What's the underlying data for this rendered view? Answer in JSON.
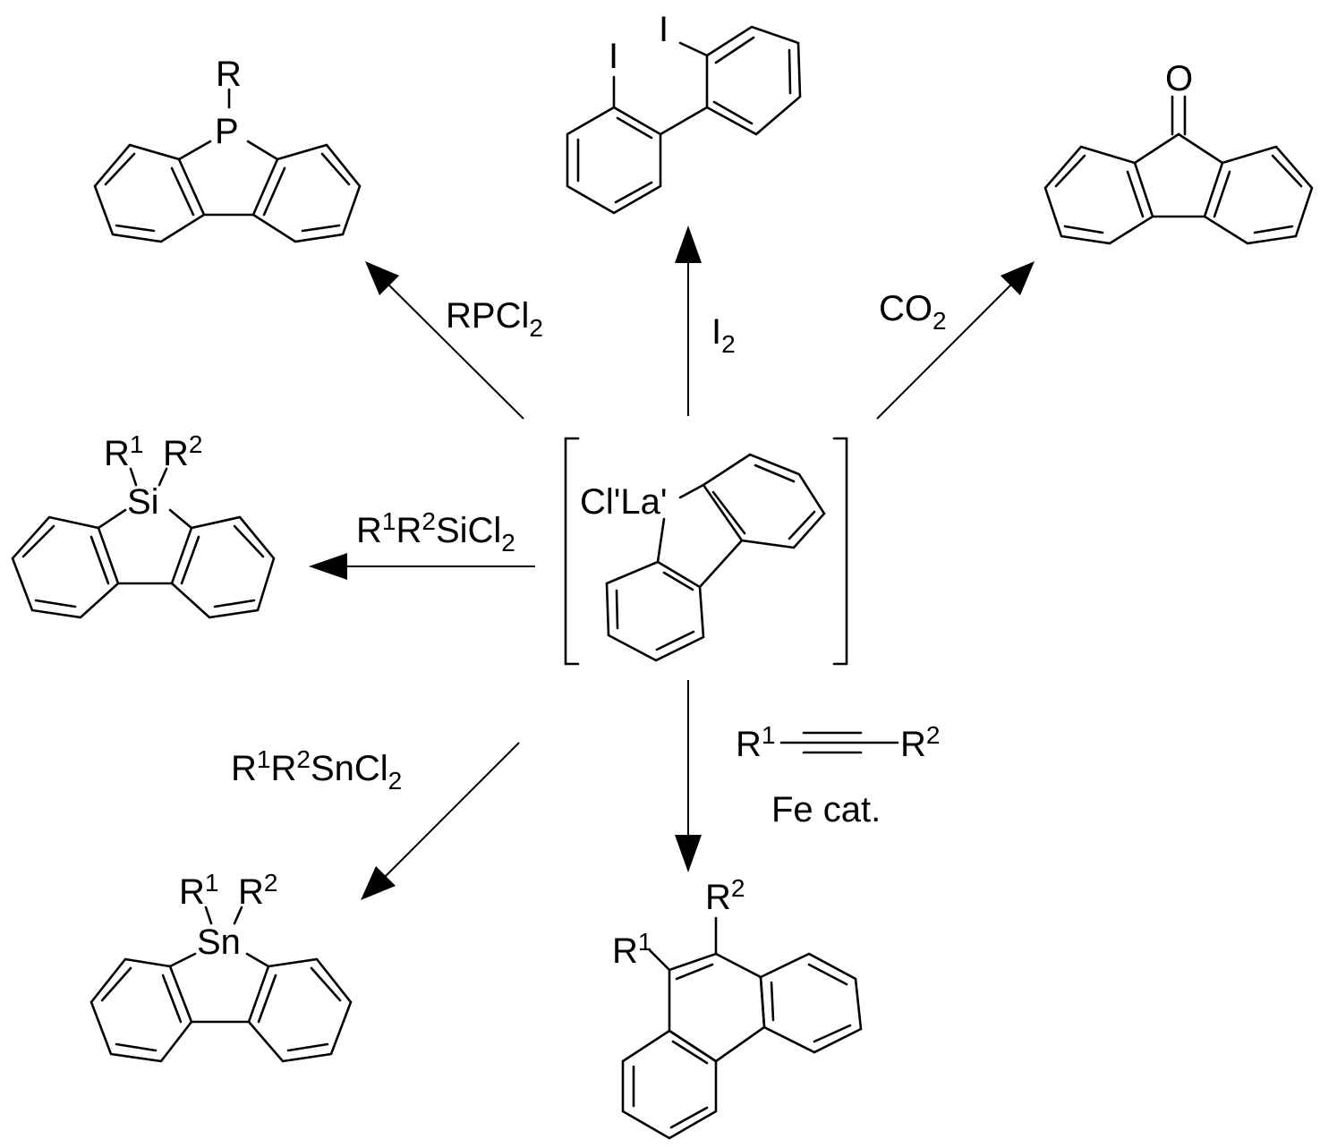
{
  "center": {
    "metal_label": "Cl'La'"
  },
  "arrows": {
    "phosphole": {
      "reagent": "RPCl",
      "reagent_sub": "2"
    },
    "iodo": {
      "reagent": "I",
      "reagent_sub": "2"
    },
    "fluorenone": {
      "reagent": "CO",
      "reagent_sub": "2"
    },
    "silole": {
      "r1": "R",
      "r1_sup": "1",
      "r2": "R",
      "r2_sup": "2",
      "tail": "SiCl",
      "tail_sub": "2"
    },
    "stannole": {
      "r1": "R",
      "r1_sup": "1",
      "r2": "R",
      "r2_sup": "2",
      "tail": "SnCl",
      "tail_sub": "2"
    },
    "phenanthrene": {
      "alkyne_left": "R",
      "alkyne_left_sup": "1",
      "alkyne_right": "R",
      "alkyne_right_sup": "2",
      "catalyst": "Fe cat."
    }
  },
  "products": {
    "phosphole": {
      "heteroatom": "P",
      "substituent": "R"
    },
    "iodo": {
      "iodo_a": "I",
      "iodo_b": "I"
    },
    "fluorenone": {
      "oxygen": "O"
    },
    "silole": {
      "heteroatom": "Si",
      "r1": "R",
      "r1_sup": "1",
      "r2": "R",
      "r2_sup": "2"
    },
    "stannole": {
      "heteroatom": "Sn",
      "r1": "R",
      "r1_sup": "1",
      "r2": "R",
      "r2_sup": "2"
    },
    "phenanthrene": {
      "r1": "R",
      "r1_sup": "1",
      "r2": "R",
      "r2_sup": "2"
    }
  }
}
